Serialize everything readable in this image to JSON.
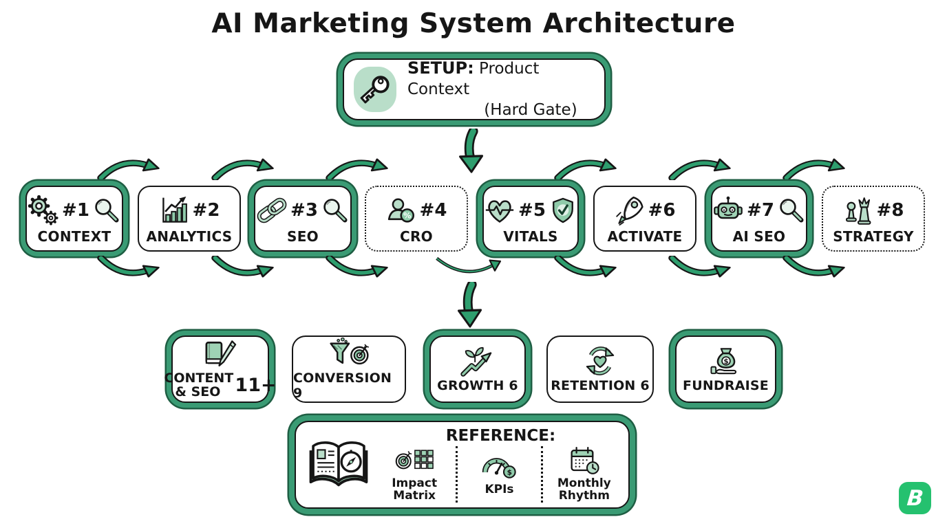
{
  "title": "AI Marketing System Architecture",
  "setup": {
    "prefix": "SETUP:",
    "line1": "Product Context",
    "line2": "(Hard Gate)",
    "icon": "key-icon"
  },
  "pipeline": [
    {
      "num": "#1",
      "label": "CONTEXT",
      "style": "green-solid",
      "icons": [
        "gears-icon",
        "magnifier-icon"
      ]
    },
    {
      "num": "#2",
      "label": "ANALYTICS",
      "style": "black-solid",
      "icons": [
        "bar-chart-icon"
      ]
    },
    {
      "num": "#3",
      "label": "SEO",
      "style": "green-solid",
      "icons": [
        "chain-link-icon",
        "magnifier-icon"
      ]
    },
    {
      "num": "#4",
      "label": "CRO",
      "style": "dotted",
      "icons": [
        "user-percent-icon"
      ]
    },
    {
      "num": "#5",
      "label": "VITALS",
      "style": "green-solid",
      "icons": [
        "heart-pulse-icon",
        "shield-check-icon"
      ]
    },
    {
      "num": "#6",
      "label": "ACTIVATE",
      "style": "black-solid",
      "icons": [
        "rocket-icon"
      ]
    },
    {
      "num": "#7",
      "label": "AI SEO",
      "style": "green-solid",
      "icons": [
        "robot-icon",
        "magnifier-icon"
      ]
    },
    {
      "num": "#8",
      "label": "STRATEGY",
      "style": "dotted",
      "icons": [
        "chess-icon"
      ]
    }
  ],
  "playbooks": [
    {
      "label": "CONTENT & SEO",
      "count": "11+",
      "style": "green-solid",
      "icon": "book-pen-icon"
    },
    {
      "label": "CONVERSION 9",
      "style": "black-solid",
      "icon": "funnel-target-icon"
    },
    {
      "label": "GROWTH 6",
      "style": "green-solid",
      "icon": "growth-arrow-icon"
    },
    {
      "label": "RETENTION 6",
      "style": "black-solid",
      "icon": "retention-cycle-icon"
    },
    {
      "label": "FUNDRAISE",
      "style": "green-solid",
      "icon": "fundraise-icon"
    }
  ],
  "reference": {
    "title": "REFERENCE:",
    "book_icon": "open-book-compass-icon",
    "items": [
      {
        "label": "Impact Matrix",
        "icon": "impact-matrix-icon"
      },
      {
        "label": "KPIs",
        "icon": "kpi-gauge-icon"
      },
      {
        "label": "Monthly Rhythm",
        "icon": "monthly-rhythm-icon"
      }
    ]
  },
  "logo": {
    "letter": "B"
  },
  "colors": {
    "accent_green": "#2e9e6e",
    "box_border_green": "#3a9b74",
    "light_green": "#b9dec9",
    "mid_green": "#8fcbaa",
    "logo_green": "#25c16f",
    "ink": "#161616"
  }
}
